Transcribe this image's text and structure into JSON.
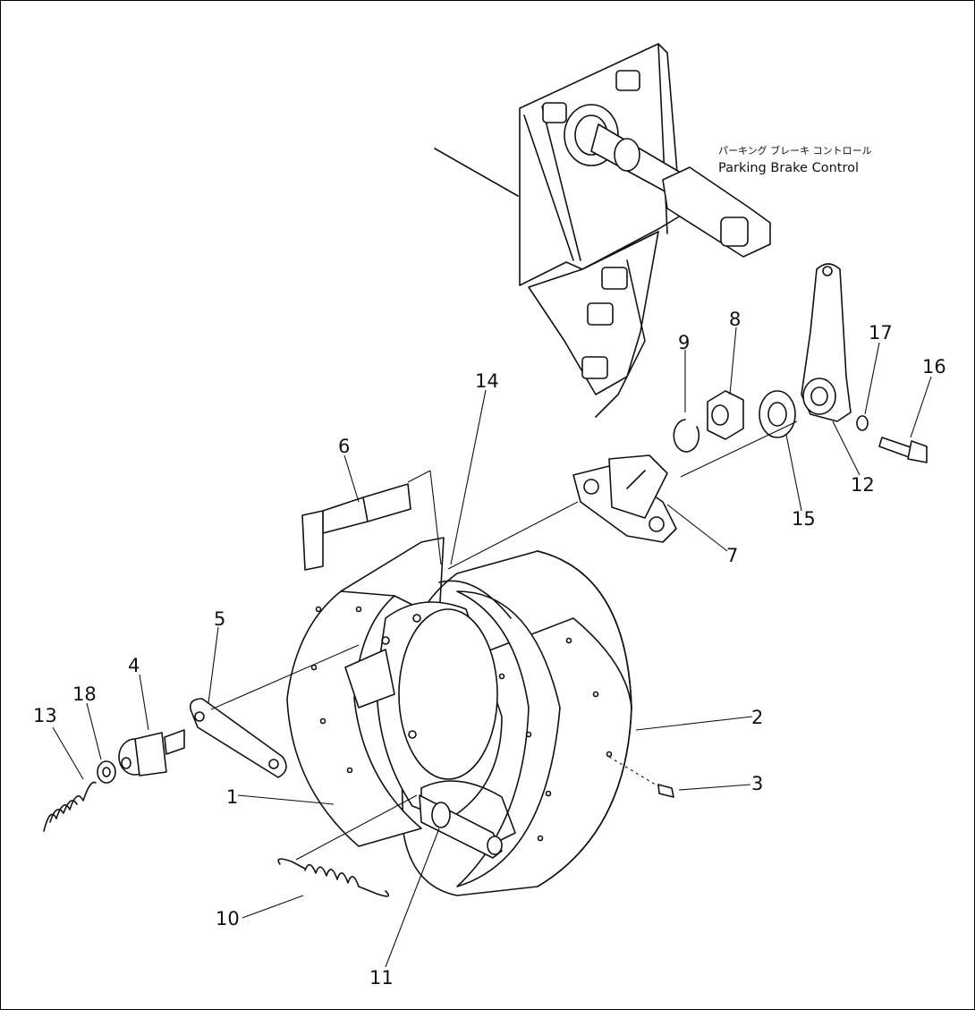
{
  "title_jp": "パーキング ブレーキ コントロール",
  "title_en": "Parking Brake Control",
  "callouts": [
    "1",
    "2",
    "3",
    "4",
    "5",
    "6",
    "7",
    "8",
    "9",
    "10",
    "11",
    "12",
    "13",
    "14",
    "15",
    "16",
    "17",
    "18"
  ],
  "colors": {
    "ink": "#111111",
    "paper": "#ffffff"
  }
}
